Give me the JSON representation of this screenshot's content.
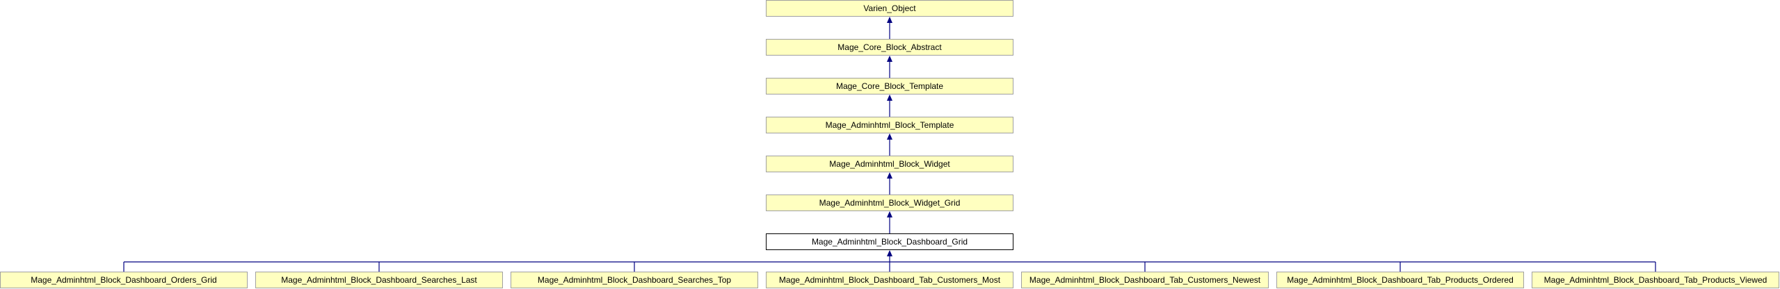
{
  "diagram": {
    "colors": {
      "node_fill": "#ffffc0",
      "node_border": "#a0a0a0",
      "current_border": "#000000",
      "edge": "#000080"
    },
    "chain": [
      "Varien_Object",
      "Mage_Core_Block_Abstract",
      "Mage_Core_Block_Template",
      "Mage_Adminhtml_Block_Template",
      "Mage_Adminhtml_Block_Widget",
      "Mage_Adminhtml_Block_Widget_Grid",
      "Mage_Adminhtml_Block_Dashboard_Grid"
    ],
    "children": [
      "Mage_Adminhtml_Block_Dashboard_Orders_Grid",
      "Mage_Adminhtml_Block_Dashboard_Searches_Last",
      "Mage_Adminhtml_Block_Dashboard_Searches_Top",
      "Mage_Adminhtml_Block_Dashboard_Tab_Customers_Most",
      "Mage_Adminhtml_Block_Dashboard_Tab_Customers_Newest",
      "Mage_Adminhtml_Block_Dashboard_Tab_Products_Ordered",
      "Mage_Adminhtml_Block_Dashboard_Tab_Products_Viewed"
    ]
  }
}
